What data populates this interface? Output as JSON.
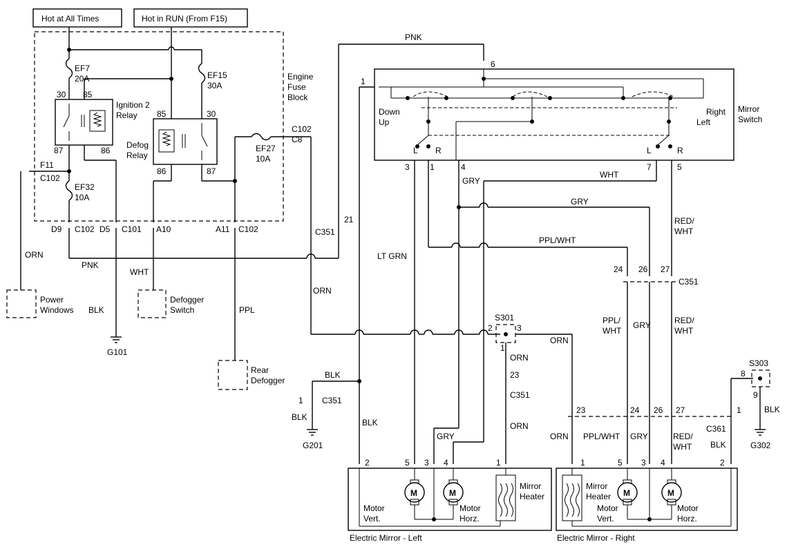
{
  "sources": {
    "hot_always": "Hot at All Times",
    "hot_run": "Hot in RUN (From F15)"
  },
  "fuse_block": {
    "line1": "Engine",
    "line2": "Fuse",
    "line3": "Block"
  },
  "fuses": {
    "ef7_name": "EF7",
    "ef7_amps": "20A",
    "ef15_name": "EF15",
    "ef15_amps": "30A",
    "ef32_name": "EF32",
    "ef32_amps": "10A",
    "ef27_name": "EF27",
    "ef27_amps": "10A"
  },
  "relays": {
    "ign2_line1": "Ignition 2",
    "ign2_line2": "Relay",
    "defog_line1": "Defog",
    "defog_line2": "Relay",
    "pin30a": "30",
    "pin85a": "85",
    "pin87a": "87",
    "pin86a": "86",
    "pin85b": "85",
    "pin30b": "30",
    "pin86b": "86",
    "pin87b": "87"
  },
  "connectors": {
    "f11": "F11",
    "c102_left": "C102",
    "c102_ef27": "C102",
    "c8": "C8",
    "d9": "D9",
    "c102_d9": "C102",
    "d5": "D5",
    "c101": "C101",
    "a10": "A10",
    "a11": "A11",
    "c102_a11": "C102",
    "c351_top": "C351",
    "pin21": "21",
    "c351_mid": "C351",
    "pin24": "24",
    "pin26": "26",
    "pin27": "27",
    "c351_left": "C351",
    "pin1_c351": "1",
    "c351_orn": "C351",
    "pin23_c351": "23",
    "c361": "C361",
    "c361_23": "23",
    "c361_24": "24",
    "c361_26": "26",
    "c361_27": "27",
    "c361_1": "1"
  },
  "splices": {
    "s301": "S301",
    "s301_p2": "2",
    "s301_p3": "3",
    "s301_p1": "1",
    "s303": "S303",
    "s303_p8": "8",
    "s303_p9": "9"
  },
  "grounds": {
    "g101": "G101",
    "g201": "G201",
    "g302": "G302"
  },
  "devices": {
    "power_windows_1": "Power",
    "power_windows_2": "Windows",
    "defog_switch_1": "Defogger",
    "defog_switch_2": "Switch",
    "rear_defog_1": "Rear",
    "rear_defog_2": "Defogger"
  },
  "switch": {
    "name1": "Mirror",
    "name2": "Switch",
    "down": "Down",
    "up": "Up",
    "right": "Right",
    "left": "Left",
    "pin1": "1",
    "pin6": "6",
    "pin3": "3",
    "pin1b": "1",
    "pin4": "4",
    "pin7": "7",
    "pin5": "5",
    "l1": "L",
    "r1": "R",
    "l2": "L",
    "r2": "R"
  },
  "wires": {
    "pnk_top": "PNK",
    "pnk_bottom": "PNK",
    "orn_left": "ORN",
    "orn_mid": "ORN",
    "wht_defog": "WHT",
    "blk_g101": "BLK",
    "ppl": "PPL",
    "ltgrn": "LT GRN",
    "gry_sw": "GRY",
    "wht_sw": "WHT",
    "gry_h": "GRY",
    "red_wht_1": "RED/",
    "red_wht_2": "WHT",
    "ppl_wht": "PPL/WHT",
    "ppl_wht_r1": "PPL/",
    "ppl_wht_r2": "WHT",
    "gry_r": "GRY",
    "red_wht_r1": "RED/",
    "red_wht_r2": "WHT",
    "orn_s301": "ORN",
    "orn_vert": "ORN",
    "orn_c351": "ORN",
    "blk_top": "BLK",
    "blk_g201": "BLK",
    "blk_left": "BLK",
    "gry_left": "GRY",
    "orn_right": "ORN",
    "ppl_wht_b": "PPL/WHT",
    "gry_b": "GRY",
    "red_wht_b1": "RED/",
    "red_wht_b2": "WHT",
    "blk_c361": "BLK",
    "blk_g302": "BLK"
  },
  "mirror_left": {
    "title": "Electric Mirror - Left",
    "pin2": "2",
    "pin5": "5",
    "pin3": "3",
    "pin4": "4",
    "pin1": "1",
    "motor_vert_1": "Motor",
    "motor_vert_2": "Vert.",
    "motor_horz_1": "Motor",
    "motor_horz_2": "Horz.",
    "heater_1": "Mirror",
    "heater_2": "Heater",
    "m1": "M",
    "m2": "M"
  },
  "mirror_right": {
    "title": "Electric Mirror - Right",
    "pin1": "1",
    "pin5": "5",
    "pin3": "3",
    "pin4": "4",
    "pin2": "2",
    "heater_1": "Mirror",
    "heater_2": "Heater",
    "motor_vert_1": "Motor",
    "motor_vert_2": "Vert.",
    "motor_horz_1": "Motor",
    "motor_horz_2": "Horz.",
    "m1": "M",
    "m2": "M"
  }
}
